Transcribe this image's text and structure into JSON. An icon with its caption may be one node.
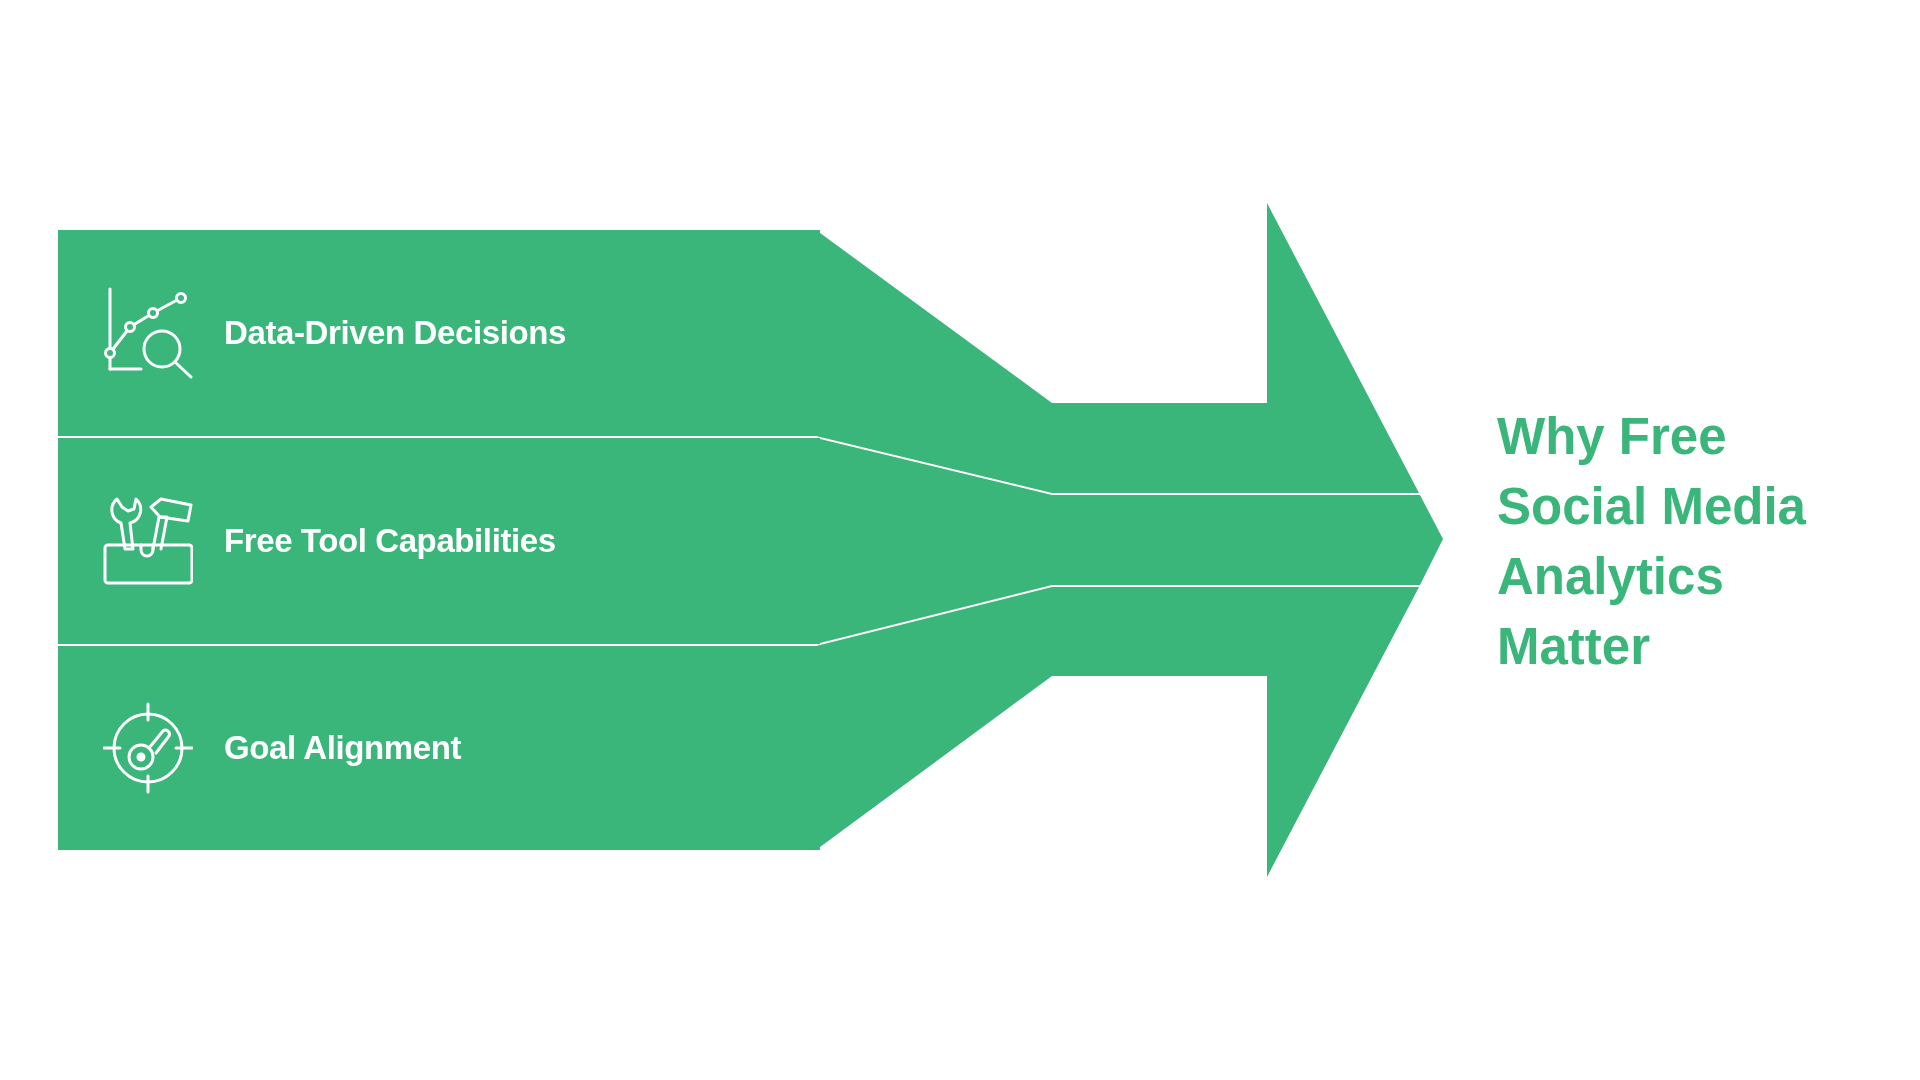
{
  "diagram": {
    "title": "Why Free Social Media Analytics Matter",
    "nodes": [
      {
        "text": [
          "Data-Driven Decisions"
        ]
      },
      {
        "text": [
          "Free Tool Capabilities"
        ]
      },
      {
        "text": [
          "Goal Alignment"
        ]
      }
    ]
  }
}
